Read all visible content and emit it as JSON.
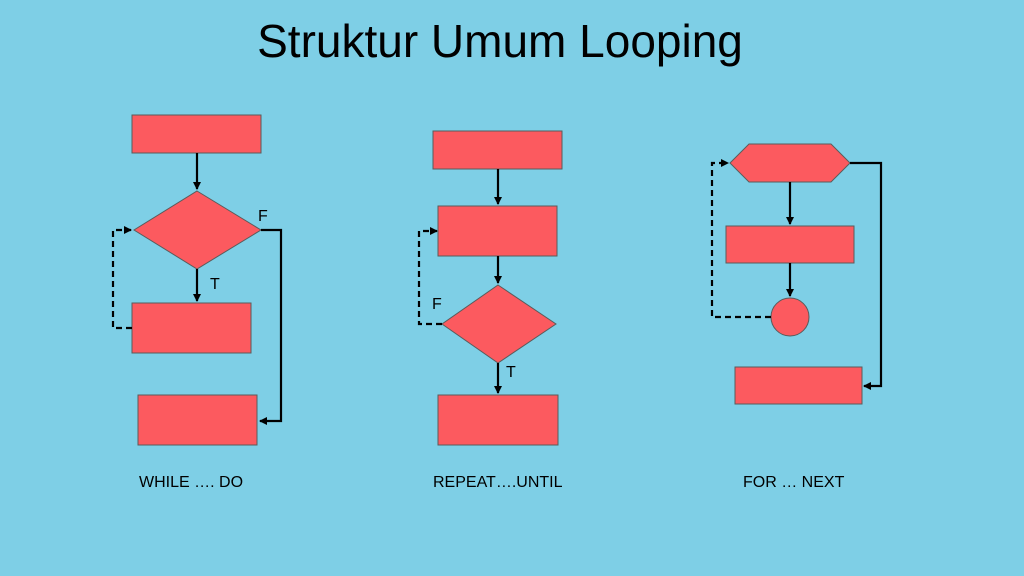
{
  "title": "Struktur Umum Looping",
  "diagrams": {
    "while": {
      "caption": "WHILE …. DO",
      "false_label": "F",
      "true_label": "T"
    },
    "repeat": {
      "caption": "REPEAT….UNTIL",
      "false_label": "F",
      "true_label": "T"
    },
    "for": {
      "caption": "FOR … NEXT"
    }
  },
  "colors": {
    "background": "#7ecfe6",
    "shape_fill": "#fc5a5f",
    "line": "#000000"
  }
}
